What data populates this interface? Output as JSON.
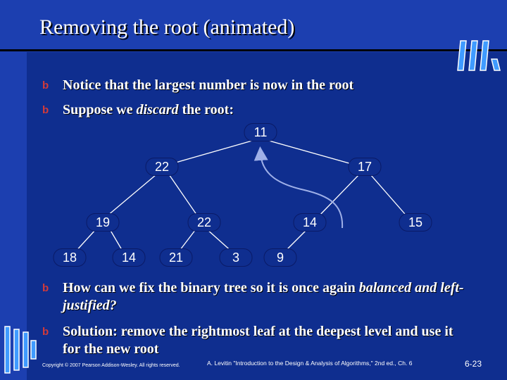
{
  "slide": {
    "title": "Removing the root (animated)",
    "bullet_mark": "b",
    "bullets": [
      {
        "text": "Notice that the largest number is now in the root"
      },
      {
        "pre": "Suppose we ",
        "em": "discard",
        "post": " the root:"
      },
      {
        "pre": "How can we fix the binary tree so it is once again ",
        "em": "balanced and left-justified?"
      },
      {
        "text": "Solution: remove the rightmost leaf at the deepest level and use it for the new root"
      }
    ],
    "tree_nodes": [
      "11",
      "22",
      "17",
      "19",
      "22",
      "14",
      "15",
      "18",
      "14",
      "21",
      "3",
      "9"
    ],
    "footer": {
      "copyright": "Copyright © 2007 Pearson Addison-Wesley. All rights reserved.",
      "reference": "A. Levitin \"Introduction to the Design & Analysis of Algorithms,\" 2nd ed., Ch. 6",
      "page": "6-23"
    },
    "colors": {
      "background": "#1c3fb0",
      "panel": "#0f2e8f",
      "bullet_mark": "#d13a3a",
      "node_border": "#0a1a66",
      "edge": "#ffffff",
      "arrow": "#9fb0e8"
    }
  }
}
